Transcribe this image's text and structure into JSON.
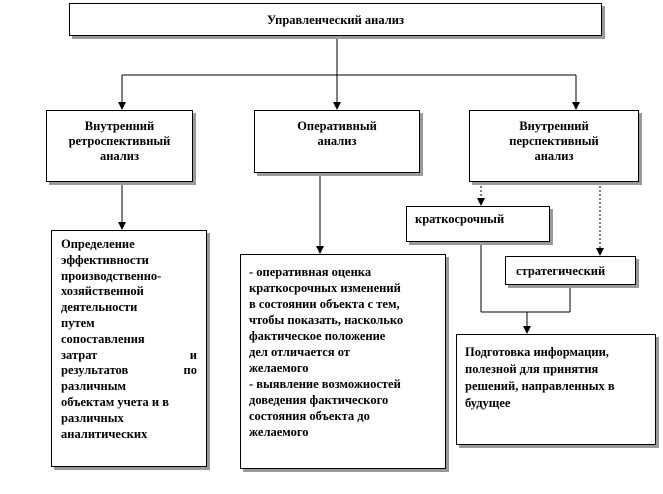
{
  "diagram": {
    "root": {
      "label": "Управленческий анализ"
    },
    "branches": [
      {
        "id": "retro",
        "lines": [
          "Внутренний",
          "ретроспективный",
          "анализ"
        ]
      },
      {
        "id": "oper",
        "lines": [
          "Оперативный",
          "анализ"
        ]
      },
      {
        "id": "persp",
        "lines": [
          "Внутренний",
          "перспективный",
          "анализ"
        ]
      }
    ],
    "sub_branches": {
      "short_term": "краткосрочный",
      "strategic": "стратегический"
    },
    "descriptions": {
      "retro": [
        "Определение",
        "эффективности",
        "производственно-",
        "хозяйственной",
        "деятельности",
        "путем",
        "сопоставления",
        [
          "затрат",
          "и"
        ],
        [
          "результатов",
          "по"
        ],
        "различным",
        "объектам учета и в",
        "различных",
        "аналитических"
      ],
      "oper": [
        "- оперативная оценка",
        "краткосрочных изменений",
        "в состоянии объекта с тем,",
        "чтобы показать, насколько",
        "фактическое положение",
        "дел отличается от",
        "желаемого",
        "- выявление возможностей",
        "доведения фактического",
        "состояния объекта до",
        "желаемого"
      ],
      "persp": [
        "Подготовка информации,",
        "полезной для принятия",
        "решений, направленных в",
        "будущее"
      ]
    }
  }
}
